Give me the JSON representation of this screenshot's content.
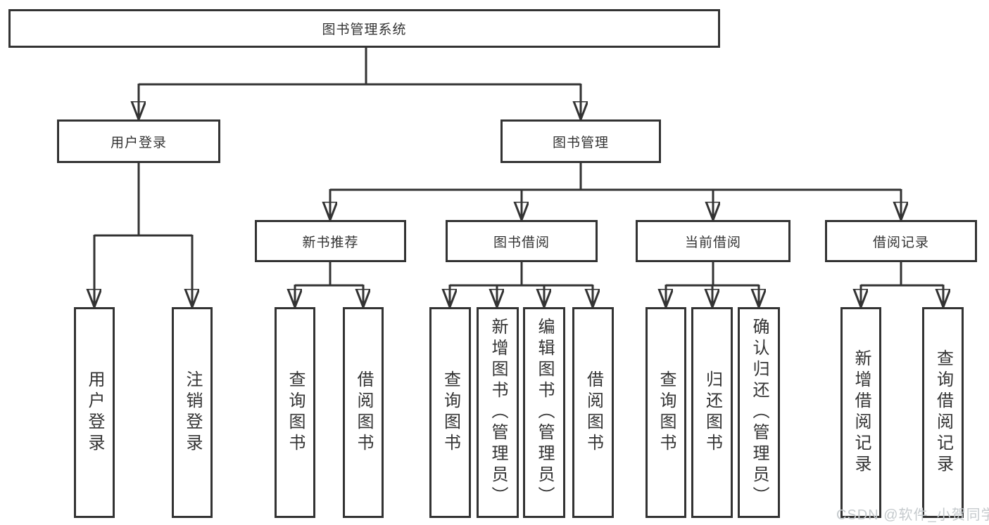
{
  "diagram_type": "hierarchy-tree",
  "colors": {
    "line": "#333333",
    "box_border": "#333333",
    "box_fill": "#ffffff",
    "text": "#333333",
    "watermark_text": "#c5cacd",
    "background": "#ffffff"
  },
  "nodes": {
    "root": "图书管理系统",
    "user_login": "用户登录",
    "book_mgmt": "图书管理",
    "new_books": "新书推荐",
    "book_borrow": "图书借阅",
    "current_borrow": "当前借阅",
    "borrow_records": "借阅记录",
    "leaf_user_login": "用户登录",
    "leaf_logout": "注销登录",
    "nb_query": "查询图书",
    "nb_borrow": "借阅图书",
    "bb_query": "查询图书",
    "bb_add": "新增图书（管理员）",
    "bb_edit": "编辑图书（管理员）",
    "bb_borrow": "借阅图书",
    "cb_query": "查询图书",
    "cb_return": "归还图书",
    "cb_confirm": "确认归还（管理员）",
    "br_add": "新增借阅记录",
    "br_query": "查询借阅记录"
  },
  "hierarchy": {
    "图书管理系统": {
      "用户登录": [
        "用户登录",
        "注销登录"
      ],
      "图书管理": {
        "新书推荐": [
          "查询图书",
          "借阅图书"
        ],
        "图书借阅": [
          "查询图书",
          "新增图书（管理员）",
          "编辑图书（管理员）",
          "借阅图书"
        ],
        "当前借阅": [
          "查询图书",
          "归还图书",
          "确认归还（管理员）"
        ],
        "借阅记录": [
          "新增借阅记录",
          "查询借阅记录"
        ]
      }
    }
  },
  "watermark": "CSDN @软件_小贺同学"
}
